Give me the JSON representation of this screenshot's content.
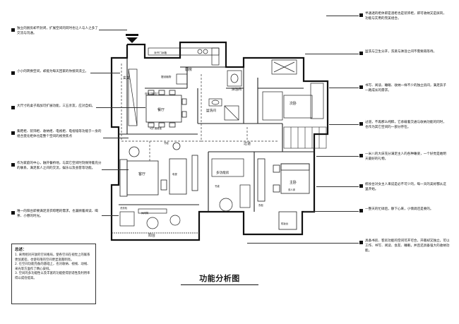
{
  "title": "功能分析图",
  "left_notes": [
    "独立的厨房却不封闭，扩展空间的同时也让人与人之多了交流与沟通。",
    "小小的转换空间，却能为每天回家的你接风洗尘。",
    "大尺寸的桌子再加可扩展功能，三五亲友，应对自如。",
    "集鞋柜、装饰柜、收纳柜、电视柜、电视墙等功能于一身的组合变化柜体也是整个空间的视觉焦点",
    "作为家庭的中心，融开餐桥地，与其它空间时刻保持着充分的联系，满足家人之间的交流，娱乐以及会客等功能。",
    "唯一的阳台即要满足洗衣晾晒的需求，也兼顾着阅读、喝茶、小憩的时光。"
  ],
  "right_notes": [
    "半通透的柜体即是酒柜也是装饰柜，即可收纳又是屏风，功能与实用的完美组合。",
    "盥洗与卫生分开，洗漱与淋浴之间不需要再等待。",
    "书写、阅读、睡眠、收纳一样不少的独立房间，满足孩子一路成长的需求。",
    "过道，不再那么纯粹，它承载着交通与收纳功能的同时，也作为其它空间的一部分存在。",
    "一米八的大床充分满足主人的各种睡姿，一个好觉是她明天最好的礼物。",
    "梳妆台对女主人来说是必不可少的，每一天的美好都从这里开始。",
    "一整天的忙碌后，静下心来，小情调还是要的。",
    "具备书房、客房功能的空间可开可合，开敞却又独立，可以工作、书写、阅读、会友、睡眠，并且还具备强大的收纳功能。"
  ],
  "summary": {
    "title": "总述：",
    "lines": [
      "1. 采用相对开放的空间格局，使各空间在视觉上的联系更加紧密，也使有限的空间更显宽敞明亮。",
      "2. 在空间功能完备的基础上，也对收纳、视线、动线、采光等方面作了精心安排。",
      "3. 空间的多功能性以及丰富的功能使得舒适性及利用率得以成倍提高。"
    ]
  },
  "rooms": {
    "kitchen": "厨房",
    "entry": "玄关",
    "dining": "餐厅",
    "living": "客厅",
    "balcony": "阳台",
    "washroom": "盥洗间",
    "shower": "淋浴间",
    "bedroom2": "次卧",
    "master": "主卧",
    "multi": "多功能房",
    "hall": "过道"
  },
  "plan_labels": {
    "fridge": "对开门冰箱",
    "plant": "摆设植物",
    "doorway": "双开门推拉门",
    "cabinet": "可扩展餐桌",
    "bookshelf": "书柜",
    "tv": "电视",
    "wardrobe": "衣柜",
    "desk": "书桌",
    "bed": "双人床",
    "dresser": "梳妆台",
    "washer": "洗衣机",
    "chair": "休闲椅"
  },
  "accent_color": "#111111"
}
